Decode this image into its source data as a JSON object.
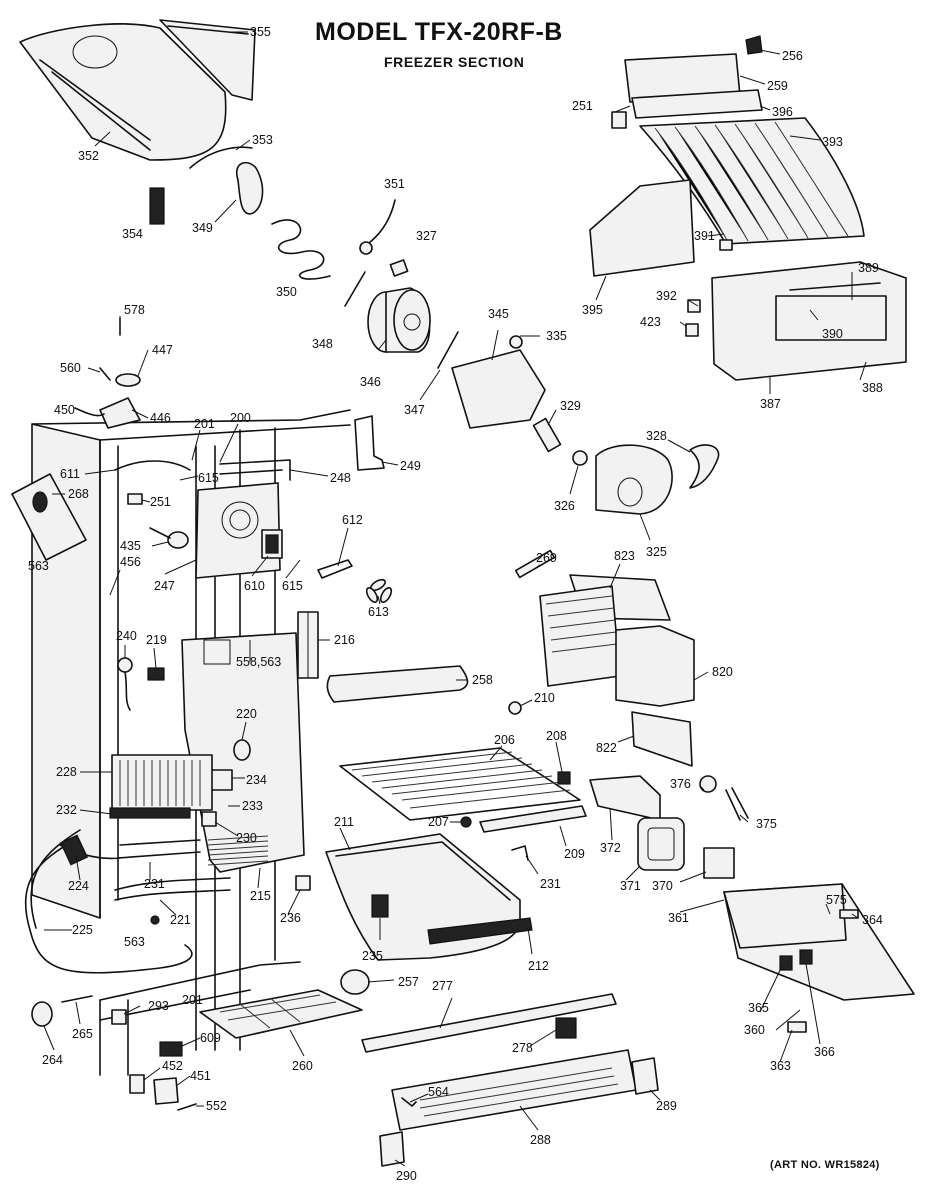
{
  "header": {
    "title": "MODEL TFX-20RF-B",
    "subtitle": "FREEZER SECTION"
  },
  "footer": {
    "art_number": "(ART NO. WR15824)"
  },
  "callouts": [
    "355",
    "352",
    "353",
    "349",
    "354",
    "351",
    "327",
    "350",
    "348",
    "346",
    "347",
    "345",
    "335",
    "256",
    "259",
    "251",
    "396",
    "393",
    "391",
    "395",
    "389",
    "392",
    "423",
    "390",
    "387",
    "388",
    "578",
    "447",
    "560",
    "450",
    "446",
    "201",
    "200",
    "249",
    "329",
    "328",
    "326",
    "325",
    "611",
    "615",
    "268",
    "248",
    "563",
    "456",
    "435",
    "247",
    "610",
    "612",
    "613",
    "269",
    "823",
    "820",
    "240",
    "219",
    "216",
    "558,563",
    "258",
    "210",
    "822",
    "220",
    "206",
    "208",
    "228",
    "234",
    "376",
    "375",
    "232",
    "233",
    "207",
    "372",
    "209",
    "230",
    "211",
    "231",
    "371",
    "370",
    "224",
    "215",
    "236",
    "361",
    "575",
    "364",
    "225",
    "221",
    "235",
    "212",
    "257",
    "277",
    "293",
    "365",
    "360",
    "366",
    "264",
    "265",
    "609",
    "260",
    "278",
    "363",
    "452",
    "451",
    "564",
    "289",
    "552",
    "288",
    "290"
  ]
}
